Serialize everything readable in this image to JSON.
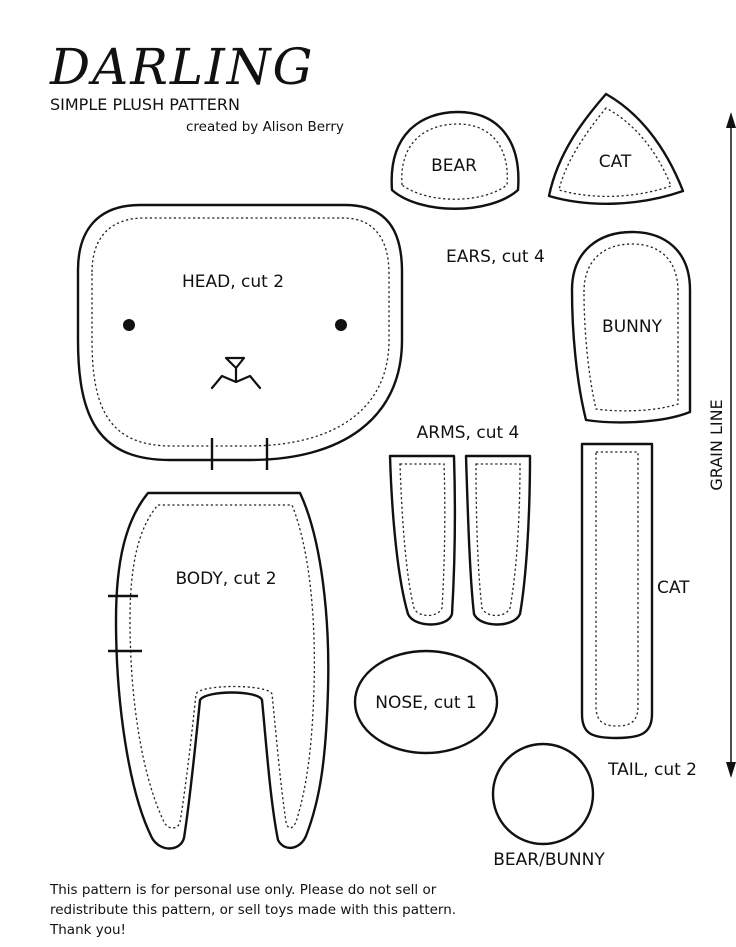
{
  "header": {
    "title": "DARLING",
    "subtitle": "SIMPLE PLUSH PATTERN",
    "byline": "created by Alison Berry"
  },
  "labels": {
    "bear_ear": "BEAR",
    "cat_ear": "CAT",
    "ears": "EARS, cut 4",
    "bunny_ear": "BUNNY",
    "head": "HEAD, cut 2",
    "arms": "ARMS, cut 4",
    "body": "BODY, cut 2",
    "cat_tail": "CAT",
    "nose": "NOSE, cut 1",
    "tail": "TAIL, cut 2",
    "bear_bunny_tail": "BEAR/BUNNY",
    "grain_line": "GRAIN LINE"
  },
  "footer": {
    "line1": "This pattern is for personal use only. Please do not sell or",
    "line2": "redistribute this pattern, or sell toys made with this pattern.",
    "line3": "Thank you!"
  }
}
